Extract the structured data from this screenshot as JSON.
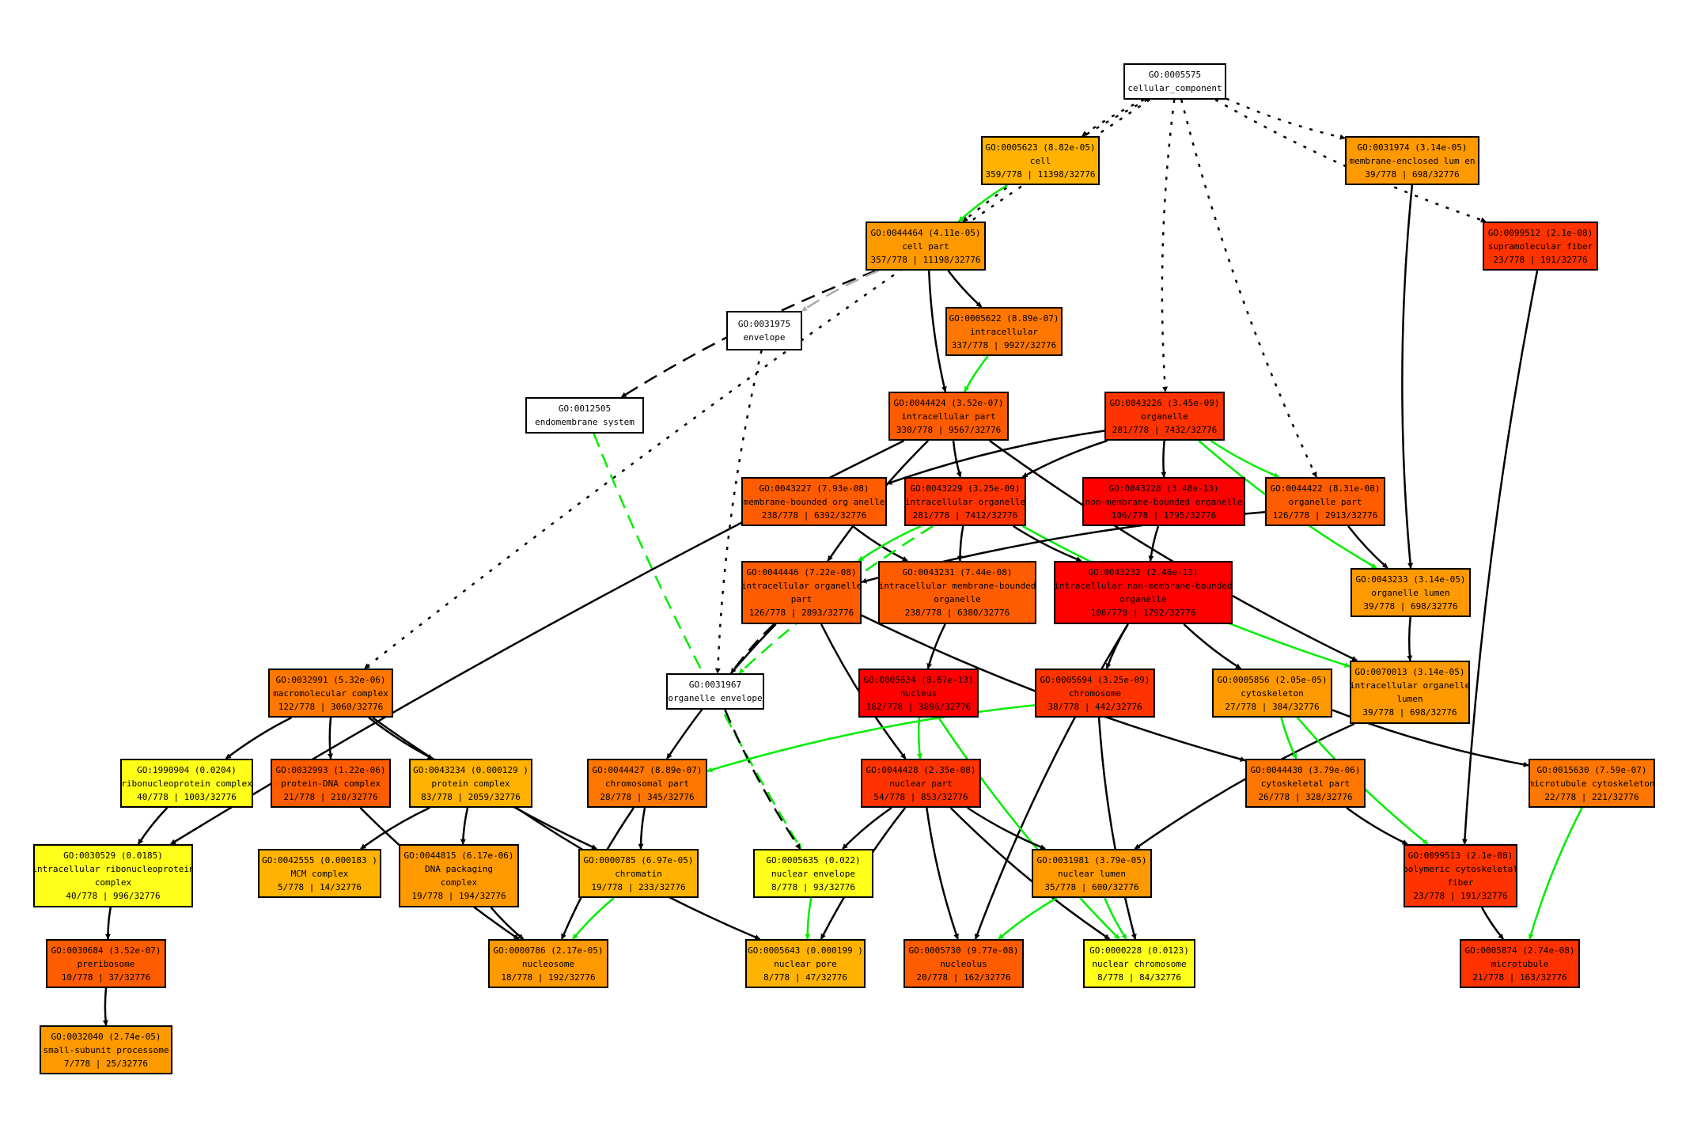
{
  "colors": {
    "white": "#ffffff",
    "c_yellow": "#ffff1a",
    "c_ltorange": "#ffb300",
    "c_orange": "#ff9900",
    "c_dkorange": "#ff7700",
    "c_redorange": "#ff5c00",
    "c_red2": "#ff3300",
    "c_red": "#ff0000",
    "edge_black": "#000000",
    "edge_green": "#00ee00",
    "edge_gray": "#aaaaaa"
  },
  "nodes": [
    {
      "id": "n5575",
      "color": "white",
      "lines": [
        "GO:0005575",
        "cellular_component"
      ]
    },
    {
      "id": "n5623",
      "color": "c_ltorange",
      "lines": [
        "GO:0005623 (8.82e-05)",
        "cell",
        "359/778 | 11398/32776"
      ]
    },
    {
      "id": "n31974",
      "color": "c_orange",
      "lines": [
        "GO:0031974 (3.14e-05)",
        "membrane-enclosed lum en",
        "39/778 | 698/32776"
      ]
    },
    {
      "id": "n99512",
      "color": "c_red2",
      "lines": [
        "GO:0099512 (2.1e-08)",
        "supramolecular fiber",
        "23/778 | 191/32776"
      ]
    },
    {
      "id": "n44464",
      "color": "c_orange",
      "lines": [
        "GO:0044464 (4.11e-05)",
        "cell part",
        "357/778 | 11198/32776"
      ]
    },
    {
      "id": "n31975",
      "color": "white",
      "lines": [
        "GO:0031975",
        "envelope"
      ]
    },
    {
      "id": "n5622",
      "color": "c_dkorange",
      "lines": [
        "GO:0005622 (8.89e-07)",
        "intracellular",
        "337/778 | 9927/32776"
      ]
    },
    {
      "id": "n12505",
      "color": "white",
      "lines": [
        "GO:0012505",
        "endomembrane system"
      ]
    },
    {
      "id": "n44424",
      "color": "c_redorange",
      "lines": [
        "GO:0044424 (3.52e-07)",
        "intracellular part",
        "330/778 | 9567/32776"
      ]
    },
    {
      "id": "n43226",
      "color": "c_red2",
      "lines": [
        "GO:0043226 (3.45e-09)",
        "organelle",
        "281/778 | 7432/32776"
      ]
    },
    {
      "id": "n43227",
      "color": "c_redorange",
      "lines": [
        "GO:0043227 (7.93e-08)",
        "membrane-bounded org anelle",
        "238/778 | 6392/32776"
      ]
    },
    {
      "id": "n43229",
      "color": "c_red2",
      "lines": [
        "GO:0043229 (3.25e-09)",
        "intracellular organelle",
        "281/778 | 7412/32776"
      ]
    },
    {
      "id": "n43228",
      "color": "c_red",
      "lines": [
        "GO:0043228 (3.48e-13)",
        "non-membrane-bounded  organelle",
        "106/778 | 1795/32776"
      ]
    },
    {
      "id": "n44422",
      "color": "c_redorange",
      "lines": [
        "GO:0044422 (8.31e-08)",
        "organelle part",
        "126/778 | 2913/32776"
      ]
    },
    {
      "id": "n44446",
      "color": "c_redorange",
      "lines": [
        "GO:0044446 (7.22e-08)",
        "intracellular organelle",
        "part",
        "126/778 | 2893/32776"
      ]
    },
    {
      "id": "n43231",
      "color": "c_redorange",
      "lines": [
        "GO:0043231 (7.44e-08)",
        "intracellular membrane-bounded",
        "organelle",
        "238/778 | 6380/32776"
      ]
    },
    {
      "id": "n43232",
      "color": "c_red",
      "lines": [
        "GO:0043232 (2.46e-13)",
        "intracellular non-membrane-bounded",
        "organelle",
        "106/778 | 1792/32776"
      ]
    },
    {
      "id": "n43233",
      "color": "c_orange",
      "lines": [
        "GO:0043233 (3.14e-05)",
        "organelle lumen",
        "39/778 | 698/32776"
      ]
    },
    {
      "id": "n32991",
      "color": "c_dkorange",
      "lines": [
        "GO:0032991 (5.32e-06)",
        "macromolecular complex",
        "122/778 | 3060/32776"
      ]
    },
    {
      "id": "n31967",
      "color": "white",
      "lines": [
        "GO:0031967",
        "organelle envelope"
      ]
    },
    {
      "id": "n5634",
      "color": "c_red",
      "lines": [
        "GO:0005634 (8.67e-13)",
        "nucleus",
        "182/778 | 3896/32776"
      ]
    },
    {
      "id": "n5694",
      "color": "c_red2",
      "lines": [
        "GO:0005694 (3.25e-09)",
        "chromosome",
        "38/778 | 442/32776"
      ]
    },
    {
      "id": "n5856",
      "color": "c_orange",
      "lines": [
        "GO:0005856 (2.05e-05)",
        "cytoskeleton",
        "27/778 | 384/32776"
      ]
    },
    {
      "id": "n70013",
      "color": "c_orange",
      "lines": [
        "GO:0070013 (3.14e-05)",
        "intracellular organelle",
        "lumen",
        "39/778 | 698/32776"
      ]
    },
    {
      "id": "n1990904",
      "color": "c_yellow",
      "lines": [
        "GO:1990904 (0.0204)",
        "ribonucleoprotein complex",
        "40/778 | 1003/32776"
      ]
    },
    {
      "id": "n32993",
      "color": "c_redorange",
      "lines": [
        "GO:0032993 (1.22e-06)",
        "protein-DNA complex",
        "21/778 | 210/32776"
      ]
    },
    {
      "id": "n43234",
      "color": "c_ltorange",
      "lines": [
        "GO:0043234 (0.000129 )",
        "protein complex",
        "83/778 | 2059/32776"
      ]
    },
    {
      "id": "n44427",
      "color": "c_dkorange",
      "lines": [
        "GO:0044427 (8.89e-07)",
        "chromosomal part",
        "28/778 | 345/32776"
      ]
    },
    {
      "id": "n44428",
      "color": "c_red2",
      "lines": [
        "GO:0044428 (2.35e-08)",
        "nuclear part",
        "54/778 | 853/32776"
      ]
    },
    {
      "id": "n44430",
      "color": "c_dkorange",
      "lines": [
        "GO:0044430 (3.79e-06)",
        "cytoskeletal part",
        "26/778 | 328/32776"
      ]
    },
    {
      "id": "n15630",
      "color": "c_dkorange",
      "lines": [
        "GO:0015630 (7.59e-07)",
        "microtubule cytoskeleton",
        "22/778 | 221/32776"
      ]
    },
    {
      "id": "n30529",
      "color": "c_yellow",
      "lines": [
        "GO:0030529 (0.0185)",
        "intracellular ribonucleoprotein",
        "complex",
        "40/778 | 996/32776"
      ]
    },
    {
      "id": "n42555",
      "color": "c_ltorange",
      "lines": [
        "GO:0042555 (0.000183 )",
        "MCM complex",
        "5/778 | 14/32776"
      ]
    },
    {
      "id": "n44815",
      "color": "c_orange",
      "lines": [
        "GO:0044815 (6.17e-06)",
        "DNA packaging",
        "complex",
        "19/778 | 194/32776"
      ]
    },
    {
      "id": "n785",
      "color": "c_ltorange",
      "lines": [
        "GO:0000785 (6.97e-05)",
        "chromatin",
        "19/778 | 233/32776"
      ]
    },
    {
      "id": "n5635",
      "color": "c_yellow",
      "lines": [
        "GO:0005635 (0.022)",
        "nuclear envelope",
        "8/778 | 93/32776"
      ]
    },
    {
      "id": "n31981",
      "color": "c_orange",
      "lines": [
        "GO:0031981 (3.79e-05)",
        "nuclear lumen",
        "35/778 | 600/32776"
      ]
    },
    {
      "id": "n99513",
      "color": "c_red2",
      "lines": [
        "GO:0099513 (2.1e-08)",
        "polymeric cytoskeletal",
        "fiber",
        "23/778 | 191/32776"
      ]
    },
    {
      "id": "n30684",
      "color": "c_redorange",
      "lines": [
        "GO:0030684 (3.52e-07)",
        "preribosome",
        "10/778 | 37/32776"
      ]
    },
    {
      "id": "n786",
      "color": "c_orange",
      "lines": [
        "GO:0000786 (2.17e-05)",
        "nucleosome",
        "18/778 | 192/32776"
      ]
    },
    {
      "id": "n5643",
      "color": "c_ltorange",
      "lines": [
        "GO:0005643 (0.000199 )",
        "nuclear pore",
        "8/778 | 47/32776"
      ]
    },
    {
      "id": "n5730",
      "color": "c_redorange",
      "lines": [
        "GO:0005730 (9.77e-08)",
        "nucleolus",
        "20/778 | 162/32776"
      ]
    },
    {
      "id": "n228",
      "color": "c_yellow",
      "lines": [
        "GO:0000228 (0.0123)",
        "nuclear chromosome",
        "8/778 | 84/32776"
      ]
    },
    {
      "id": "n5874",
      "color": "c_red2",
      "lines": [
        "GO:0005874 (2.74e-08)",
        "microtubule",
        "21/778 | 163/32776"
      ]
    },
    {
      "id": "n32040",
      "color": "c_orange",
      "lines": [
        "GO:0032040 (2.74e-05)",
        "small-subunit processome",
        "7/778 | 25/32776"
      ]
    }
  ],
  "edges": [
    {
      "from": "n5575",
      "to": "n5623",
      "style": "dotted",
      "color": "edge_black"
    },
    {
      "from": "n5575",
      "to": "n31974",
      "style": "dotted",
      "color": "edge_black"
    },
    {
      "from": "n5575",
      "to": "n99512",
      "style": "dotted",
      "color": "edge_black"
    },
    {
      "from": "n5575",
      "to": "n44464",
      "style": "dotted",
      "color": "edge_black"
    },
    {
      "from": "n5575",
      "to": "n43226",
      "style": "dotted",
      "color": "edge_black"
    },
    {
      "from": "n5575",
      "to": "n44422",
      "style": "dotted",
      "color": "edge_black"
    },
    {
      "from": "n5575",
      "to": "n32991",
      "style": "dotted",
      "color": "edge_black"
    },
    {
      "from": "n5623",
      "to": "n44464",
      "style": "solid",
      "color": "edge_green"
    },
    {
      "from": "n44464",
      "to": "n5622",
      "style": "solid",
      "color": "edge_black"
    },
    {
      "from": "n44464",
      "to": "n44424",
      "style": "solid",
      "color": "edge_black"
    },
    {
      "from": "n44464",
      "to": "n12505",
      "style": "dashed",
      "color": "edge_black"
    },
    {
      "from": "n44464",
      "to": "n31975",
      "style": "dashed",
      "color": "edge_gray"
    },
    {
      "from": "n5622",
      "to": "n44424",
      "style": "solid",
      "color": "edge_green"
    },
    {
      "from": "n31975",
      "to": "n31967",
      "style": "dotted",
      "color": "edge_black"
    },
    {
      "from": "n12505",
      "to": "n5635",
      "style": "dashed",
      "color": "edge_green"
    },
    {
      "from": "n31974",
      "to": "n43233",
      "style": "solid",
      "color": "edge_black"
    },
    {
      "from": "n99512",
      "to": "n99513",
      "style": "solid",
      "color": "edge_black"
    },
    {
      "from": "n44424",
      "to": "n43229",
      "style": "solid",
      "color": "edge_black"
    },
    {
      "from": "n44424",
      "to": "n44446",
      "style": "solid",
      "color": "edge_black"
    },
    {
      "from": "n44424",
      "to": "n30529",
      "style": "solid",
      "color": "edge_black"
    },
    {
      "from": "n44424",
      "to": "n70013",
      "style": "solid",
      "color": "edge_black"
    },
    {
      "from": "n43226",
      "to": "n43227",
      "style": "solid",
      "color": "edge_black"
    },
    {
      "from": "n43226",
      "to": "n43229",
      "style": "solid",
      "color": "edge_black"
    },
    {
      "from": "n43226",
      "to": "n43228",
      "style": "solid",
      "color": "edge_black"
    },
    {
      "from": "n43226",
      "to": "n44422",
      "style": "solid",
      "color": "edge_green"
    },
    {
      "from": "n43226",
      "to": "n43233",
      "style": "solid",
      "color": "edge_green"
    },
    {
      "from": "n43227",
      "to": "n43231",
      "style": "solid",
      "color": "edge_black"
    },
    {
      "from": "n43229",
      "to": "n43231",
      "style": "solid",
      "color": "edge_black"
    },
    {
      "from": "n43229",
      "to": "n43232",
      "style": "solid",
      "color": "edge_black"
    },
    {
      "from": "n43229",
      "to": "n44446",
      "style": "solid",
      "color": "edge_green"
    },
    {
      "from": "n43229",
      "to": "n70013",
      "style": "solid",
      "color": "edge_green"
    },
    {
      "from": "n43229",
      "to": "n31967",
      "style": "dashed",
      "color": "edge_green"
    },
    {
      "from": "n43228",
      "to": "n43232",
      "style": "solid",
      "color": "edge_black"
    },
    {
      "from": "n44422",
      "to": "n43233",
      "style": "solid",
      "color": "edge_black"
    },
    {
      "from": "n44422",
      "to": "n44446",
      "style": "solid",
      "color": "edge_black"
    },
    {
      "from": "n43233",
      "to": "n70013",
      "style": "solid",
      "color": "edge_black"
    },
    {
      "from": "n44446",
      "to": "n31967",
      "style": "dashed",
      "color": "edge_black"
    },
    {
      "from": "n44446",
      "to": "n44427",
      "style": "solid",
      "color": "edge_black"
    },
    {
      "from": "n44446",
      "to": "n44428",
      "style": "solid",
      "color": "edge_black"
    },
    {
      "from": "n44446",
      "to": "n44430",
      "style": "solid",
      "color": "edge_black"
    },
    {
      "from": "n43231",
      "to": "n5634",
      "style": "solid",
      "color": "edge_black"
    },
    {
      "from": "n43232",
      "to": "n5694",
      "style": "solid",
      "color": "edge_black"
    },
    {
      "from": "n43232",
      "to": "n5856",
      "style": "solid",
      "color": "edge_black"
    },
    {
      "from": "n43232",
      "to": "n5730",
      "style": "solid",
      "color": "edge_black"
    },
    {
      "from": "n70013",
      "to": "n31981",
      "style": "solid",
      "color": "edge_black"
    },
    {
      "from": "n32991",
      "to": "n1990904",
      "style": "solid",
      "color": "edge_black"
    },
    {
      "from": "n32991",
      "to": "n32993",
      "style": "solid",
      "color": "edge_black"
    },
    {
      "from": "n32991",
      "to": "n43234",
      "style": "solid",
      "color": "edge_black"
    },
    {
      "from": "n32991",
      "to": "n785",
      "style": "solid",
      "color": "edge_black"
    },
    {
      "from": "n31967",
      "to": "n5635",
      "style": "dashed",
      "color": "edge_black"
    },
    {
      "from": "n5634",
      "to": "n44428",
      "style": "solid",
      "color": "edge_green"
    },
    {
      "from": "n5634",
      "to": "n228",
      "style": "solid",
      "color": "edge_green"
    },
    {
      "from": "n5694",
      "to": "n44427",
      "style": "solid",
      "color": "edge_green"
    },
    {
      "from": "n5694",
      "to": "n228",
      "style": "solid",
      "color": "edge_black"
    },
    {
      "from": "n5856",
      "to": "n44430",
      "style": "solid",
      "color": "edge_green"
    },
    {
      "from": "n5856",
      "to": "n15630",
      "style": "solid",
      "color": "edge_black"
    },
    {
      "from": "n5856",
      "to": "n99513",
      "style": "solid",
      "color": "edge_green"
    },
    {
      "from": "n1990904",
      "to": "n30529",
      "style": "solid",
      "color": "edge_black"
    },
    {
      "from": "n32993",
      "to": "n786",
      "style": "solid",
      "color": "edge_black"
    },
    {
      "from": "n43234",
      "to": "n42555",
      "style": "solid",
      "color": "edge_black"
    },
    {
      "from": "n43234",
      "to": "n44815",
      "style": "solid",
      "color": "edge_black"
    },
    {
      "from": "n43234",
      "to": "n5643",
      "style": "solid",
      "color": "edge_black"
    },
    {
      "from": "n44427",
      "to": "n785",
      "style": "solid",
      "color": "edge_black"
    },
    {
      "from": "n44427",
      "to": "n786",
      "style": "solid",
      "color": "edge_black"
    },
    {
      "from": "n44428",
      "to": "n5635",
      "style": "solid",
      "color": "edge_black"
    },
    {
      "from": "n44428",
      "to": "n31981",
      "style": "solid",
      "color": "edge_black"
    },
    {
      "from": "n44428",
      "to": "n5643",
      "style": "solid",
      "color": "edge_black"
    },
    {
      "from": "n44428",
      "to": "n5730",
      "style": "solid",
      "color": "edge_black"
    },
    {
      "from": "n44428",
      "to": "n228",
      "style": "solid",
      "color": "edge_black"
    },
    {
      "from": "n44430",
      "to": "n99513",
      "style": "solid",
      "color": "edge_black"
    },
    {
      "from": "n15630",
      "to": "n5874",
      "style": "solid",
      "color": "edge_green"
    },
    {
      "from": "n30529",
      "to": "n30684",
      "style": "solid",
      "color": "edge_black"
    },
    {
      "from": "n44815",
      "to": "n786",
      "style": "solid",
      "color": "edge_black"
    },
    {
      "from": "n785",
      "to": "n786",
      "style": "solid",
      "color": "edge_green"
    },
    {
      "from": "n5635",
      "to": "n5643",
      "style": "solid",
      "color": "edge_green"
    },
    {
      "from": "n31981",
      "to": "n5730",
      "style": "solid",
      "color": "edge_green"
    },
    {
      "from": "n31981",
      "to": "n228",
      "style": "solid",
      "color": "edge_green"
    },
    {
      "from": "n99513",
      "to": "n5874",
      "style": "solid",
      "color": "edge_black"
    },
    {
      "from": "n30684",
      "to": "n32040",
      "style": "solid",
      "color": "edge_black"
    }
  ]
}
